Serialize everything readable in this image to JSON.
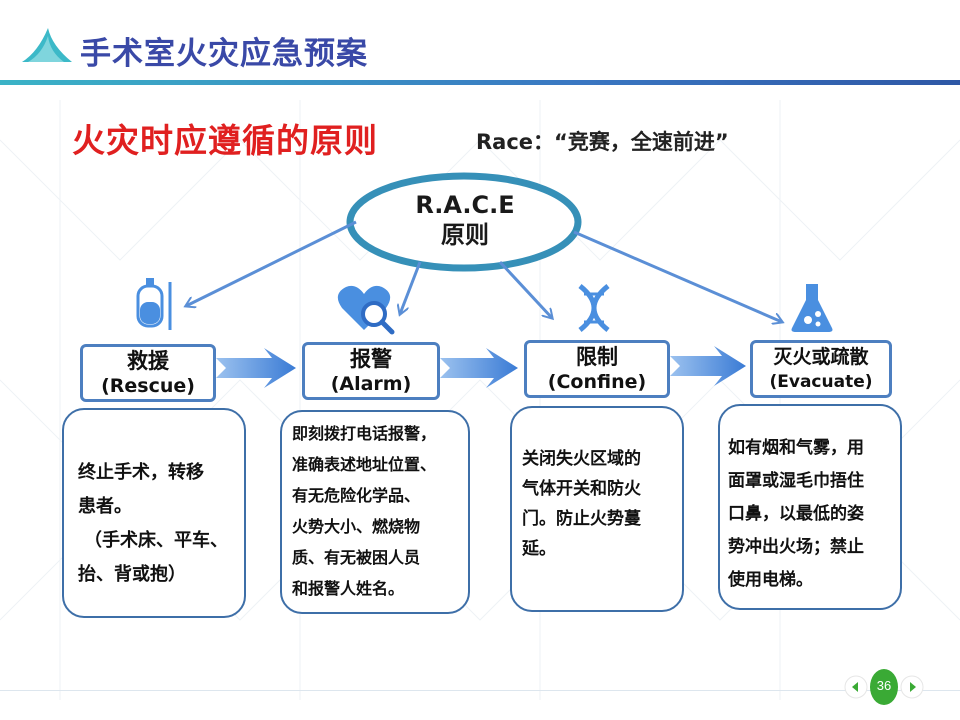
{
  "header": {
    "title": "手术室火灾应急预案"
  },
  "subtitle": "火灾时应遵循的原则",
  "race_note": "Race：“竞赛，全速前进”",
  "center": {
    "line1": "R.A.C.E",
    "line2": "原则"
  },
  "steps": [
    {
      "cn": "救援",
      "en": "(Rescue)",
      "icon": "iv-bag-icon",
      "detail": [
        "终止手术，转移",
        "患者。",
        "（手术床、平车、",
        "抬、背或抱）"
      ]
    },
    {
      "cn": "报警",
      "en": "(Alarm)",
      "icon": "heart-search-icon",
      "detail": [
        "即刻拨打电话报警，",
        "准确表述地址位置、",
        "有无危险化学品、",
        "火势大小、燃烧物",
        "质、有无被困人员",
        "和报警人姓名。"
      ]
    },
    {
      "cn": "限制",
      "en": "(Confine)",
      "icon": "dna-icon",
      "detail": [
        "关闭失火区域的",
        "气体开关和防火",
        "门。防止火势蔓",
        "延。"
      ]
    },
    {
      "cn": "灭火或疏散",
      "en": "(Evacuate)",
      "icon": "flask-icon",
      "detail": [
        "如有烟和气雾，用",
        "面罩或湿毛巾捂住",
        "口鼻，以最低的姿",
        "势冲出火场；禁止",
        "使用电梯。"
      ]
    }
  ],
  "pager": {
    "page": "36"
  },
  "colors": {
    "title_blue": "#3a49a7",
    "accent_red": "#e02020",
    "box_blue": "#4d7fc0",
    "arrow_blue": "#5b8fd6",
    "pager_green": "#3aaa35"
  }
}
